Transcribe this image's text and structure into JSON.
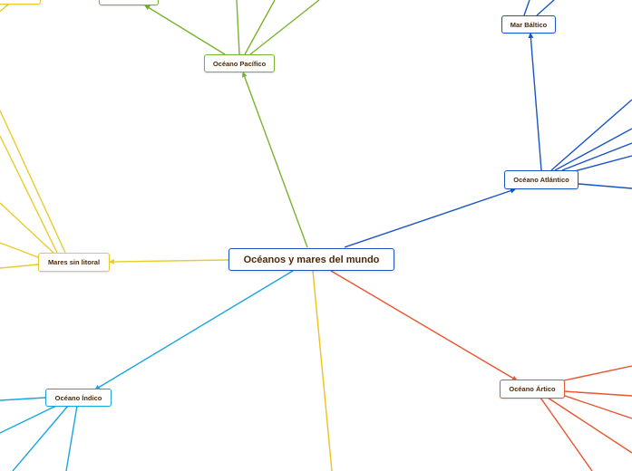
{
  "diagram": {
    "central": {
      "label": "Océanos y mares del mundo",
      "color": "#1a55c4"
    },
    "nodes": {
      "pacifico": {
        "label": "Océano Pacífico",
        "color": "#7ab32e"
      },
      "atlantico": {
        "label": "Océano Atlántico",
        "color": "#1a55c4"
      },
      "baltico": {
        "label": "Mar Báltico",
        "color": "#1a55c4"
      },
      "sin_litoral": {
        "label": "Mares sin litoral",
        "color": "#e8cc2e"
      },
      "indico": {
        "label": "Océano Índico",
        "color": "#1aa6dc"
      },
      "artico": {
        "label": "Océano Ártico",
        "color": "#e8552e"
      }
    },
    "colors": {
      "pacific_branch": "#7ab32e",
      "atlantic_branch": "#1a55c4",
      "landlocked_branch": "#e8cc2e",
      "indian_branch": "#1aa6dc",
      "arctic_branch": "#e8552e",
      "south_branch": "#f2c01a"
    }
  }
}
